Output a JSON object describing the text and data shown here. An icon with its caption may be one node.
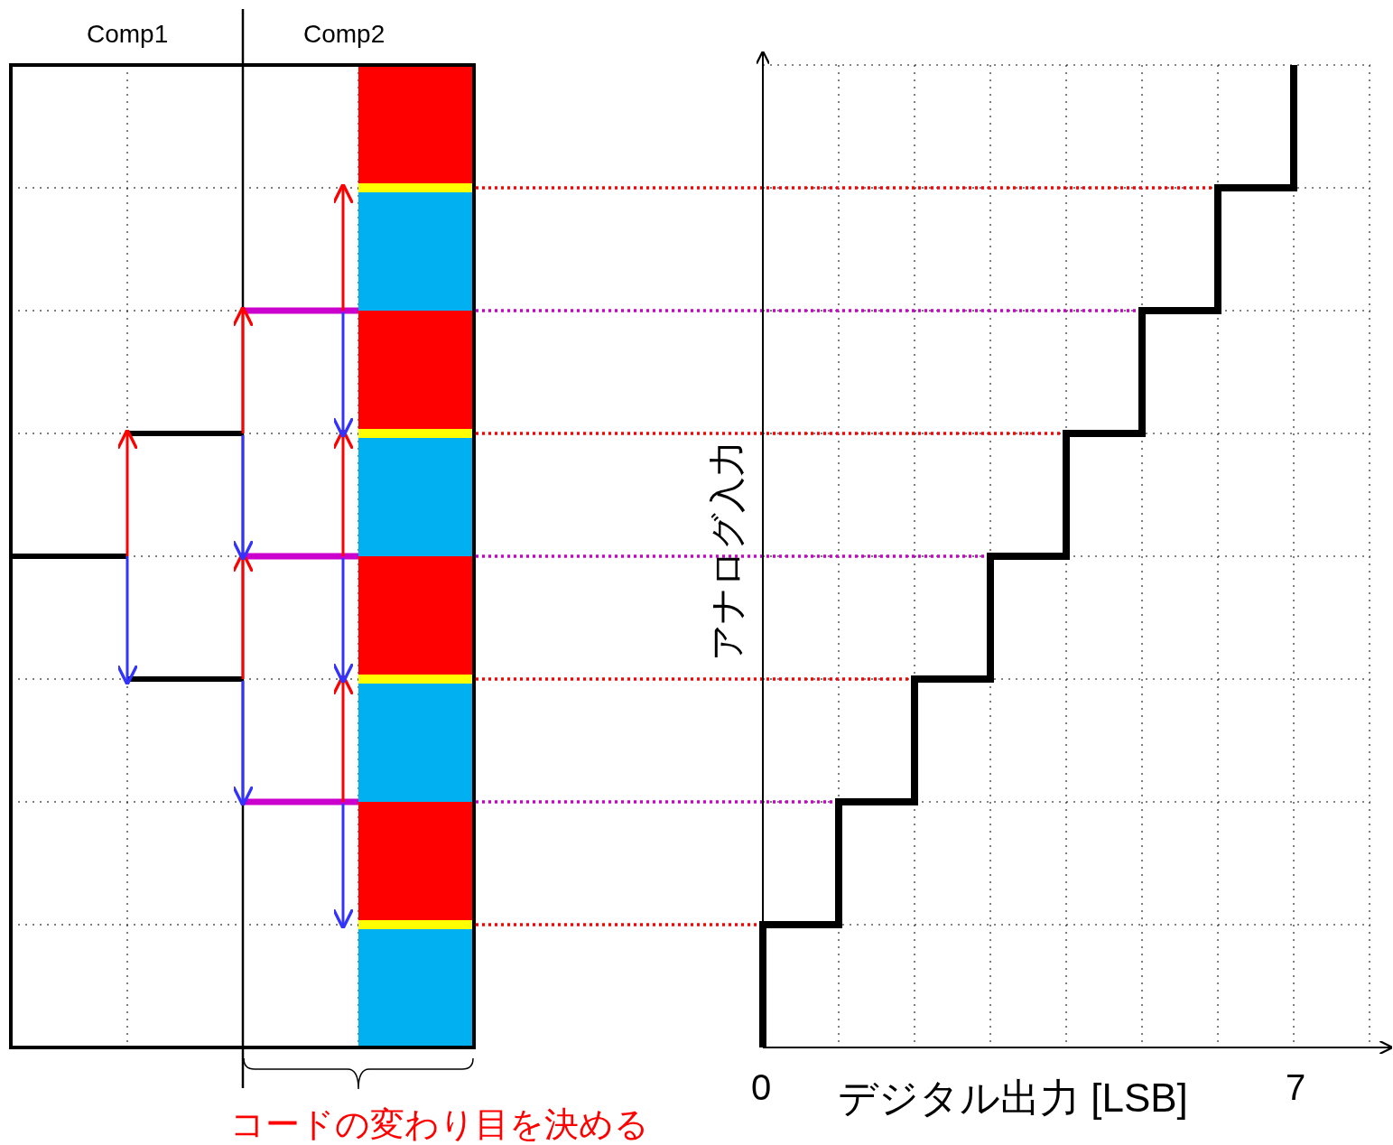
{
  "diagram": {
    "labels": [
      "Comp1",
      "Comp2",
      "アナログ入力",
      "0",
      "デジタル出力 [LSB]",
      "7",
      "コードの変わり目を決める"
    ]
  }
}
